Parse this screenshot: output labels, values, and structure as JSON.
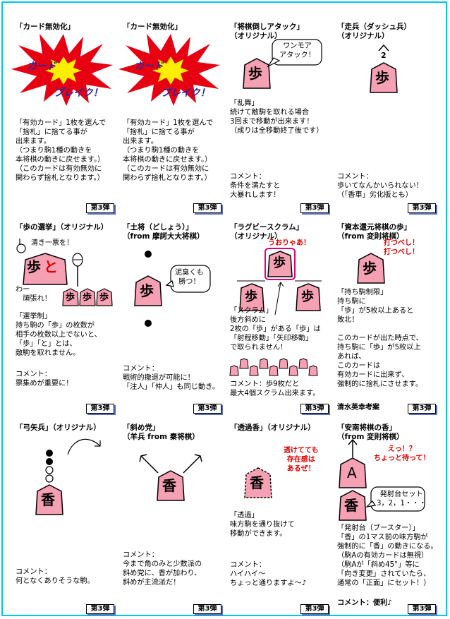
{
  "badge": "第3弾",
  "cards": [
    {
      "title": "「カード無効化」",
      "burst_line1": "カード",
      "burst_line2": "ブレイク！",
      "body": "「有効カード」1枚を選んで\n「捨札」に捨てる事が\n出来ます。\n（つまり駒1種の動きを\n本将棋の動きに戻せます。）\n（このカードは有効無効に\n関わらず捨札となります。）"
    },
    {
      "title": "「カード無効化」",
      "burst_line1": "カード",
      "burst_line2": "ブレイク！",
      "body": "「有効カード」1枚を選んで\n「捨札」に捨てる事が\n出来ます。\n（つまり駒1種の動きを\n本将棋の動きに戻せます。）\n（このカードは有効無効に\n関わらず捨札となります。）"
    },
    {
      "title": "「将棋倒しアタック」\n（オリジナル）",
      "piece": "歩",
      "bubble": "ワンモア\nアタック！",
      "rule_title": "「乱舞」",
      "body": "続けて敵駒を取れる場合\n3回まで移動が出来ます！\n（成りは全移動終了後です）",
      "comment": "コメント：\n条件を満たすと\n大暴れします！"
    },
    {
      "title": "「走兵（ダッシュ兵）\n（オリジナル）",
      "move_label": "2",
      "piece": "歩",
      "comment": "コメント：\n歩いてなんかいられない！\n（「香車」劣化版とも）"
    },
    {
      "title": "「歩の選挙」（オリジナル）",
      "bubble": "清き一票を！",
      "piece": "歩",
      "piece_red": "と",
      "cheer": "わー\n　頑張れ！",
      "small_piece": "歩",
      "rule_title": "「選挙制」",
      "body": "持ち駒の「歩」の枚数が\n相手の枚数以上でないと、\n「歩」「と」とは、\n敵駒を取れません。",
      "comment": "コメント：\n票集めが重要に！"
    },
    {
      "title": "「土将（どしょう）」\n（from 摩訶大大将棋）",
      "piece": "歩",
      "bubble": "泥臭くも\n勝つ！",
      "comment": "コメント：\n戦術的撤退が可能に！\n「注人」「仲人」も同じ動き。"
    },
    {
      "title": "「ラグビースクラム」\n（オリジナル）",
      "shout": "うおりゃあ！",
      "piece": "歩",
      "rule_title": "「スクラム」",
      "body": "後方斜めに\n2枚の「歩」がある「歩」は\n「射程移動」「矢印移動」\nで取られません！",
      "comment": "コメント：歩9枚だと\n最大4個スクラム出来ます。"
    },
    {
      "title": "「資本還元将棋の歩」\n（from 変則将棋）",
      "shout": "打つべし！\n打つべし！",
      "piece": "歩",
      "rule_title": "「持ち駒制限」",
      "body": "持ち駒に\n「歩」が5枚以上あると\n敗北！\n\nこのカードが出た時点で、\n持ち駒に「歩」が5枚以上\nあれば、\nこのカードは\n有効カードに出来ず、\n強制的に捨札にさせます。",
      "author": "清水英幸考案"
    },
    {
      "title": "「弓矢兵」（オリジナル）",
      "piece": "香",
      "comment": "コメント：\n何となくありそうな駒。"
    },
    {
      "title": "「斜め党」\n（羊兵 from 秦将棋）",
      "piece": "香",
      "comment": "コメント：\n今まで角のみと少数派の\n斜め党に、香が加わり、\n斜めが主流派だ！"
    },
    {
      "title": "「透過香」（オリジナル）",
      "shout": "透けてても\n存在感は\nあるぜ！",
      "piece": "香",
      "rule_title": "「透過」",
      "body": "味方駒を通り抜けて\n移動ができます。",
      "comment": "コメント：\nハイハイ〜\nちょっと通りますよ〜♪"
    },
    {
      "title": "「安南将棋の香」\n（from 変則将棋）",
      "piece_top": "A",
      "piece": "香",
      "shout": "えっ！？\nちょっと待って！",
      "bubble": "発射台セット\n3，2，1・・・",
      "rule_title": "「発射台（ブースター）」",
      "body": "「香」の1マス前の味方駒が\n強制的に「香」の動きになる。\n（駒Aの有効カードは無視）\n（駒Aが「斜め45°」等に\n「向き変更」されていたら、\n通常の「正面」にセット！）",
      "comment": "コメント：便利♪"
    }
  ]
}
